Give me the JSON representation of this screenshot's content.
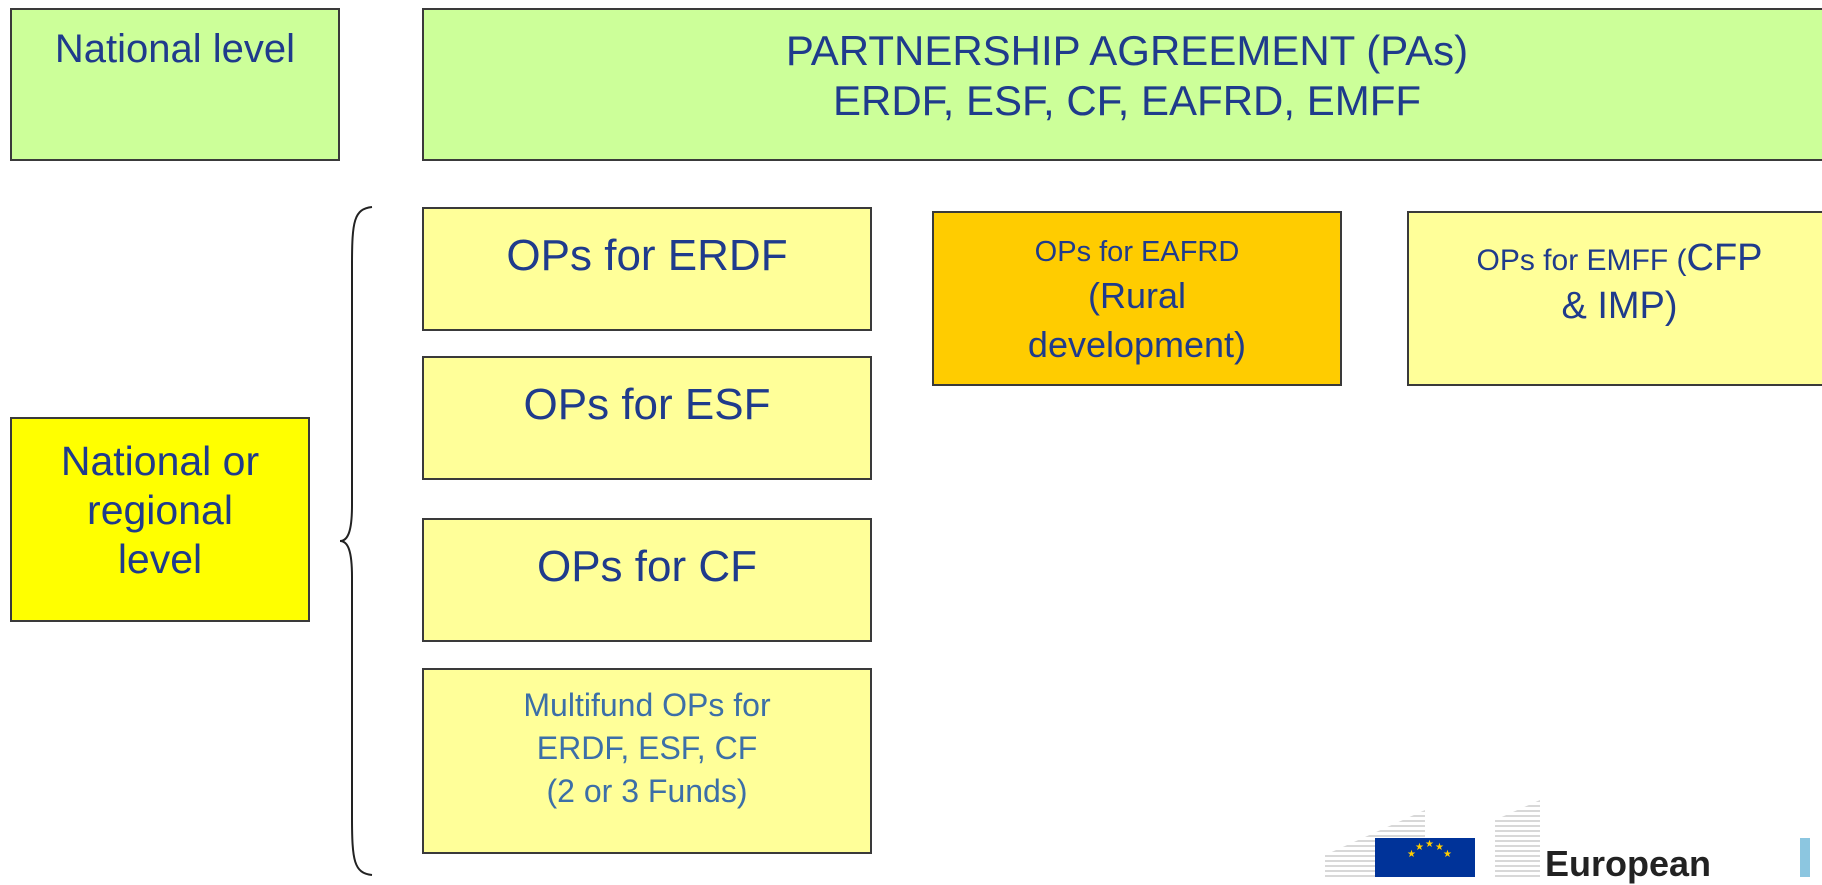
{
  "national_level": {
    "label": "National level"
  },
  "partnership_agreement": {
    "title": "PARTNERSHIP AGREEMENT (PAs)",
    "funds": "ERDF, ESF, CF, EAFRD, EMFF"
  },
  "regional_level": {
    "lines": [
      "National or",
      "regional",
      "level"
    ]
  },
  "op_boxes": {
    "erdf": "OPs for ERDF",
    "esf": "OPs for ESF",
    "cf": "OPs for CF",
    "multifund": [
      "Multifund OPs for",
      "ERDF, ESF, CF",
      "(2 or 3 Funds)"
    ],
    "eafrd": {
      "line1": "OPs for EAFRD",
      "line2": "(Rural",
      "line3": "development)"
    },
    "emff": {
      "prefix": "OPs for EMFF (",
      "big": "CFP",
      "line2": "& IMP",
      "suffix": ")"
    }
  },
  "logo": {
    "text": "European",
    "flag_color": "#003399",
    "star_color": "#ffcc00"
  },
  "colors": {
    "green": "#ccff99",
    "yellow": "#ffff00",
    "pale_yellow": "#ffff99",
    "orange": "#ffcc00",
    "text_blue": "#1f3b8c"
  }
}
